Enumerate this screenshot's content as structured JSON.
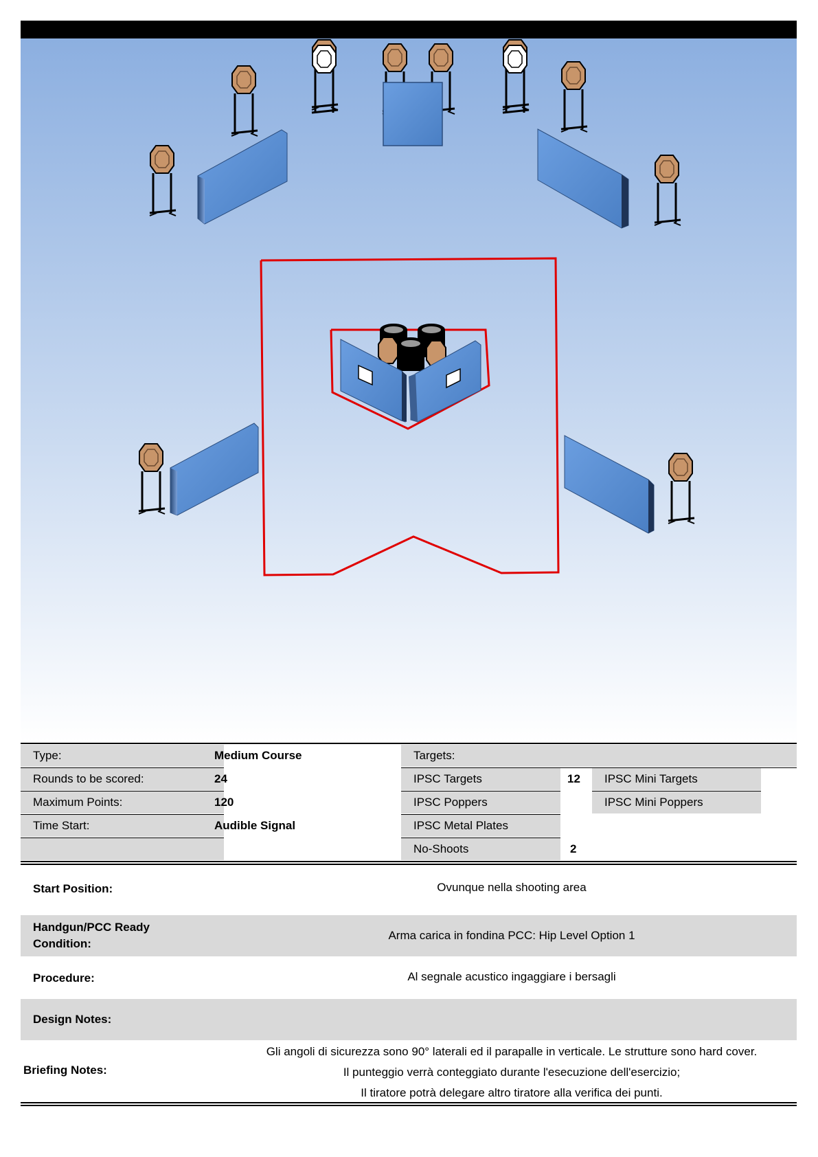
{
  "header": {
    "title": ""
  },
  "course": {
    "type_label": "Type:",
    "type_value": "Medium Course",
    "rounds_label": "Rounds to be scored:",
    "rounds_value": "24",
    "points_label": "Maximum Points:",
    "points_value": "120",
    "timestart_label": "Time Start:",
    "timestart_value": "Audible Signal"
  },
  "targets": {
    "header": "Targets:",
    "ipsc_targets_label": "IPSC Targets",
    "ipsc_targets_value": "12",
    "ipsc_poppers_label": "IPSC Poppers",
    "ipsc_metal_plates_label": "IPSC Metal Plates",
    "no_shoots_label": "No-Shoots",
    "no_shoots_value": "2",
    "mini_targets_label": "IPSC Mini Targets",
    "mini_poppers_label": "IPSC Mini Poppers"
  },
  "details": {
    "start_position_label": "Start Position:",
    "start_position_value": "Ovunque nella shooting area",
    "ready_condition_label_1": "Handgun/PCC Ready",
    "ready_condition_label_2": "Condition:",
    "ready_condition_value": "Arma carica in fondina PCC: Hip Level Option 1",
    "procedure_label": "Procedure:",
    "procedure_value": "Al segnale acustico ingaggiare i bersagli",
    "design_notes_label": "Design Notes:",
    "design_notes_value": "",
    "briefing_label": "Briefing Notes:",
    "briefing_lines": [
      "Gli angoli di sicurezza sono 90° laterali ed il parapalle in verticale. Le strutture sono hard cover.",
      "Il punteggio verrà conteggiato durante l'esecuzione dell'esercizio;",
      "Il tiratore potrà delegare altro tiratore alla verifica dei punti."
    ]
  },
  "colors": {
    "sky_top": "#8db0e0",
    "sky_bottom": "#ffffff",
    "wall": "#5b8fd4",
    "target": "#c8956a",
    "no_shoot": "#ffffff",
    "fault_line": "#e00000",
    "table_grey": "#d9d9d9"
  }
}
